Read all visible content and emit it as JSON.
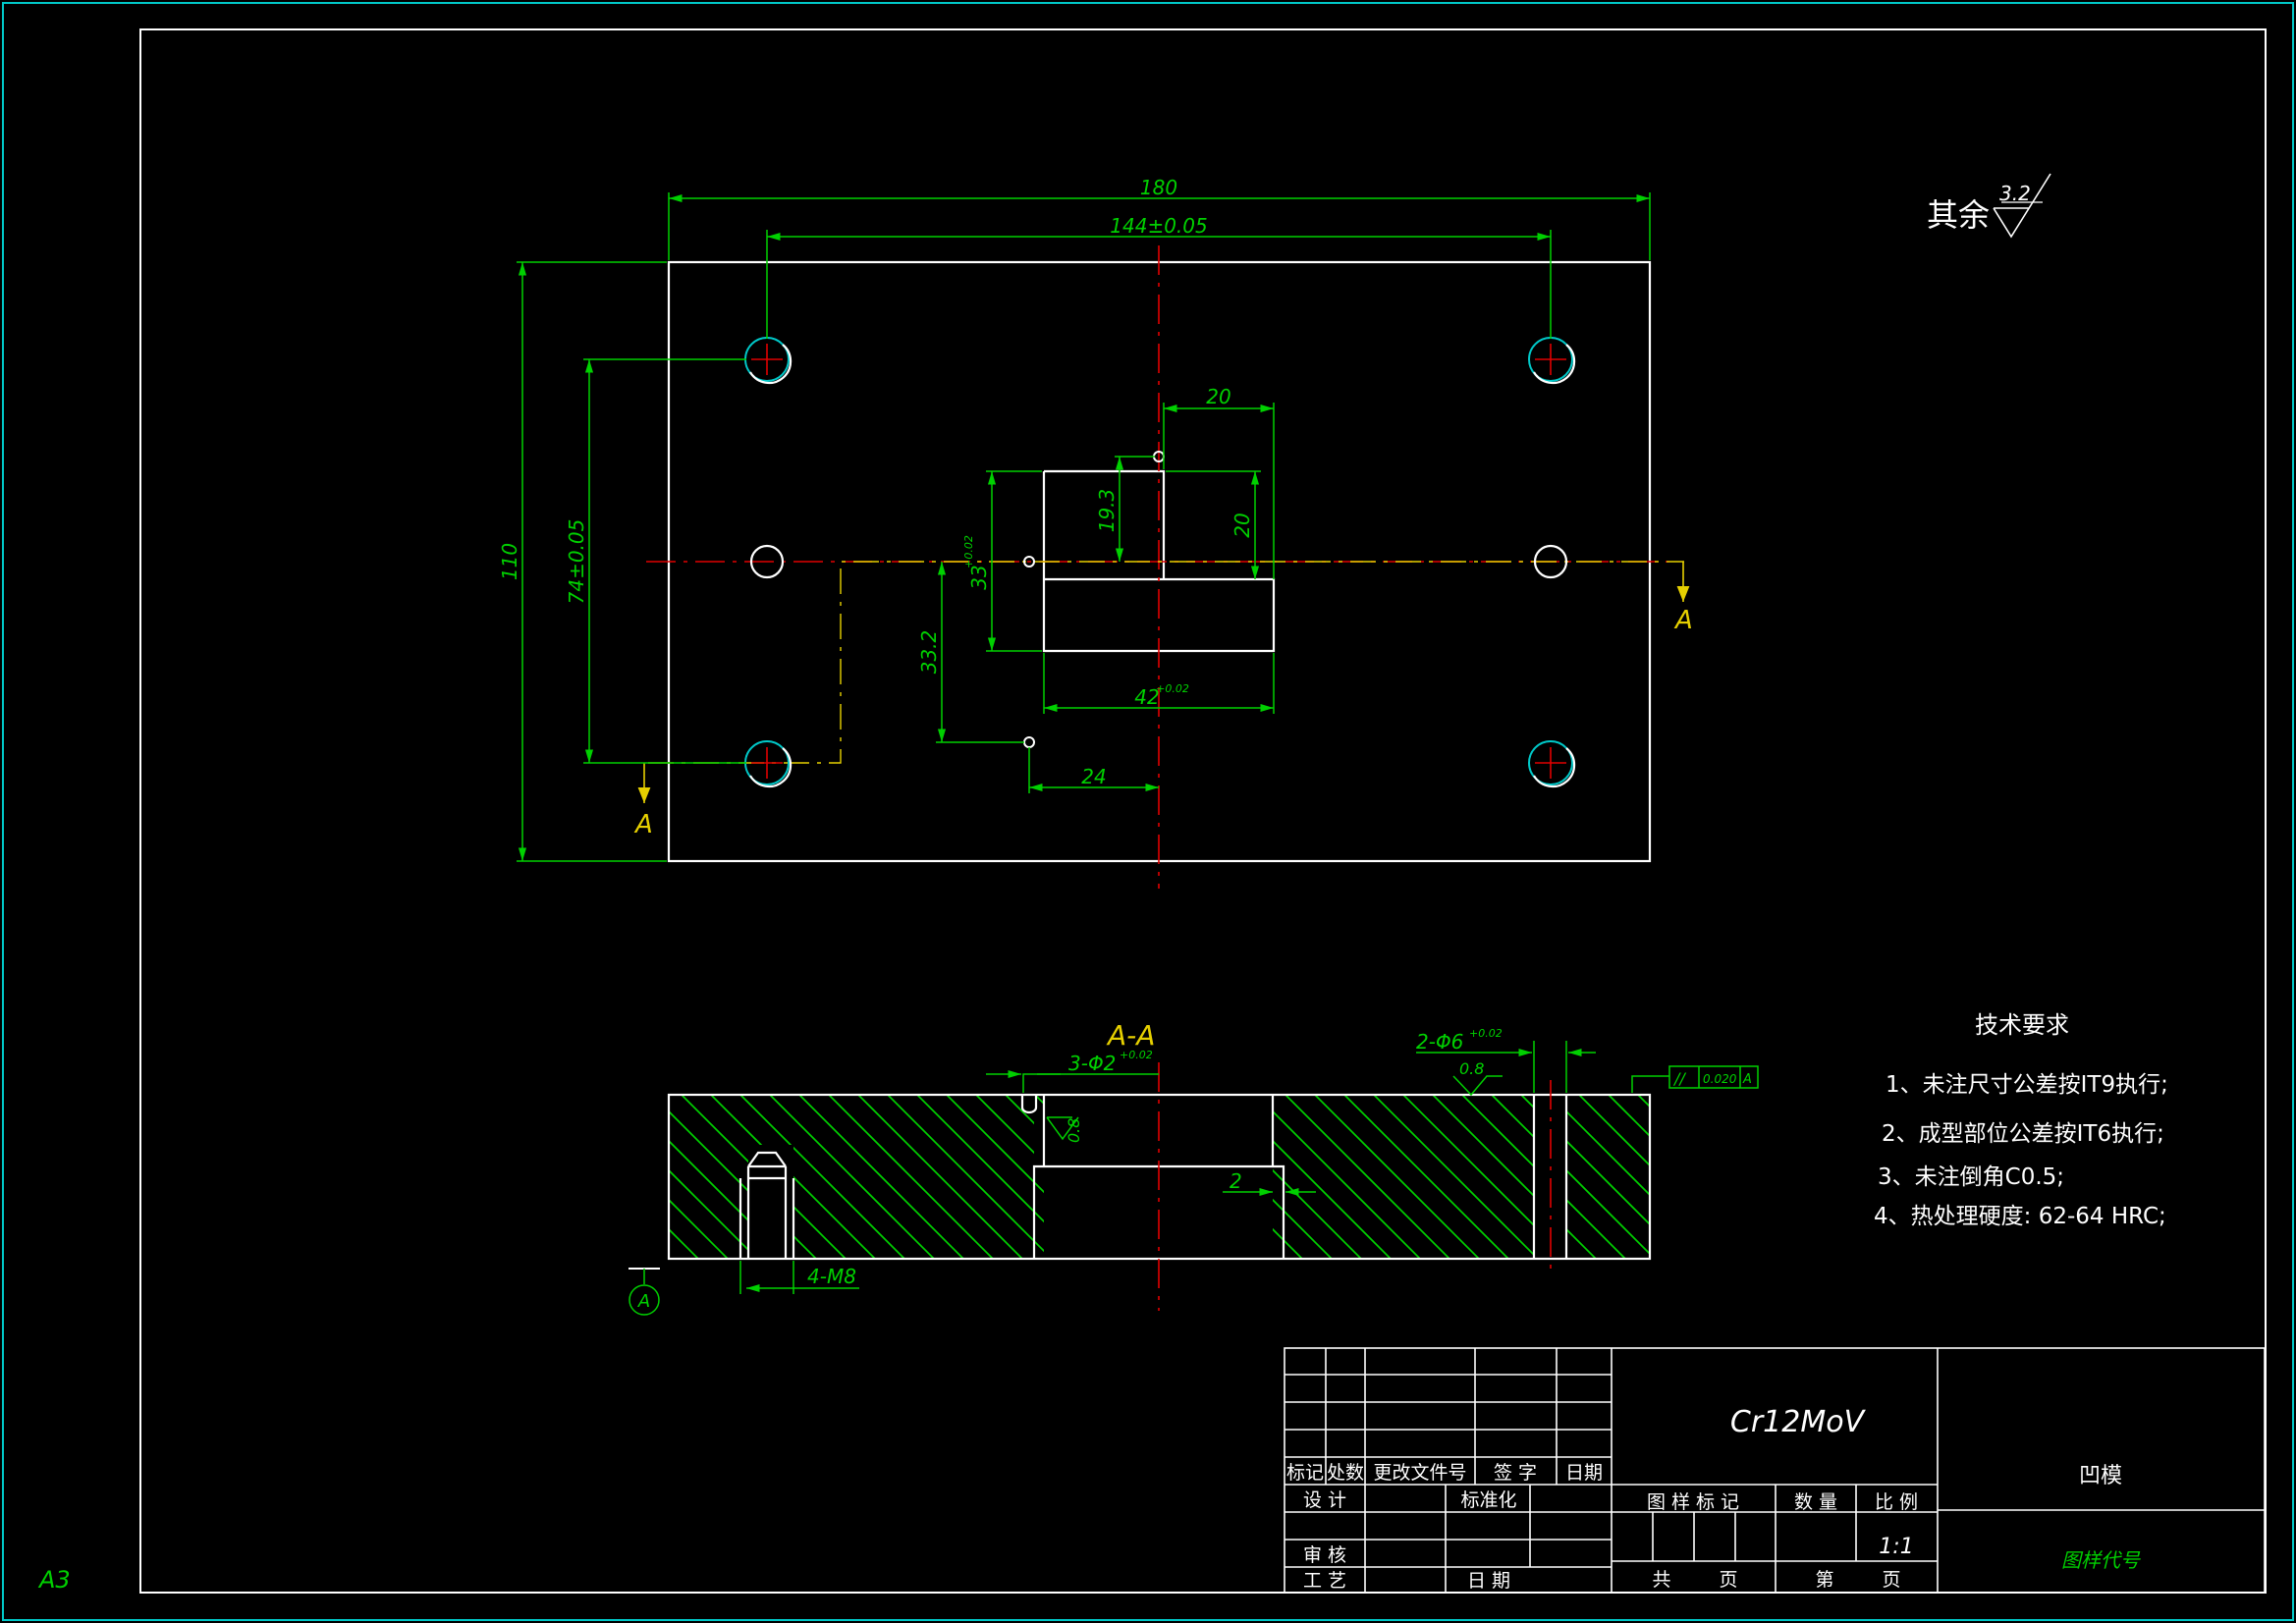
{
  "sheet": {
    "size": "A3"
  },
  "colors": {
    "background": "#000000",
    "outline": "#ffffff",
    "dimension": "#00d000",
    "centerline": "#e00000",
    "section_label": "#e6d000",
    "frame": "#00c8c8"
  },
  "plan_view": {
    "dims": {
      "overall_length": "180",
      "hole_spacing_x": "144±0.05",
      "overall_width": "110",
      "hole_spacing_y": "74±0.05",
      "cavity_step_width": "20",
      "cavity_step_height": "20",
      "cavity_offset_y": "19.3",
      "cavity_height": "33",
      "cavity_height_tol": "+0.02",
      "cavity_length": "42",
      "cavity_length_tol": "+0.02",
      "pin_offset_y": "33.2",
      "pin_offset_x": "24"
    },
    "section_marks": [
      "A",
      "A"
    ]
  },
  "section_view": {
    "title": "A-A",
    "pin_hole_callout": "3-Φ2",
    "pin_hole_tol": "+0.02",
    "pin_hole_roughness": "0.8",
    "guide_hole_callout": "2-Φ6",
    "guide_hole_tol": "+0.02",
    "guide_hole_roughness": "0.8",
    "parallelism_symbol": "//",
    "parallelism_tolerance": "0.020",
    "parallelism_datum": "A",
    "step_dim": "2",
    "thread_callout": "4-M8",
    "datum_label": "A"
  },
  "surface_finish": {
    "label": "其余",
    "value": "3.2"
  },
  "tech_requirements": {
    "title": "技术要求",
    "items": [
      "1、未注尺寸公差按IT9执行;",
      "2、成型部位公差按IT6执行;",
      "3、未注倒角C0.5;",
      "4、热处理硬度: 62-64 HRC;"
    ]
  },
  "title_block": {
    "material": "Cr12MoV",
    "part_name": "凹模",
    "drawing_code_label": "图样代号",
    "headers": {
      "mark": "标记",
      "count": "处数",
      "change_doc": "更改文件号",
      "signature": "签 字",
      "date": "日期"
    },
    "design": "设 计",
    "standardization": "标准化",
    "review": "审 核",
    "process": "工 艺",
    "date2": "日 期",
    "drawing_mark": "图 样 标 记",
    "quantity": "数 量",
    "scale_label": "比 例",
    "scale": "1:1",
    "total": "共",
    "sheet": "页",
    "page_no": "第",
    "page": "页"
  }
}
